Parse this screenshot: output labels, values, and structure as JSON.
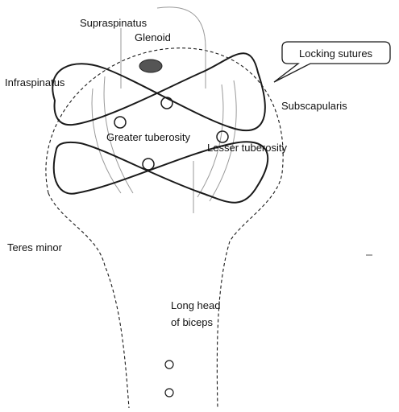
{
  "labels": {
    "supraspinatus": "Supraspinatus",
    "glenoid": "Glenoid",
    "locking_sutures": "Locking sutures",
    "infraspinatus": "Infraspinatus",
    "subscapularis": "Subscapularis",
    "greater_tuberosity": "Greater tuberosity",
    "lesser_tuberosity": "Lesser tuberosity",
    "teres_minor": "Teres minor",
    "long_head_line1": "Long head",
    "long_head_line2": "of biceps"
  },
  "colors": {
    "line": "#1a1a1a",
    "faint": "#9a9a9a",
    "glenoid_fill": "#555555"
  }
}
